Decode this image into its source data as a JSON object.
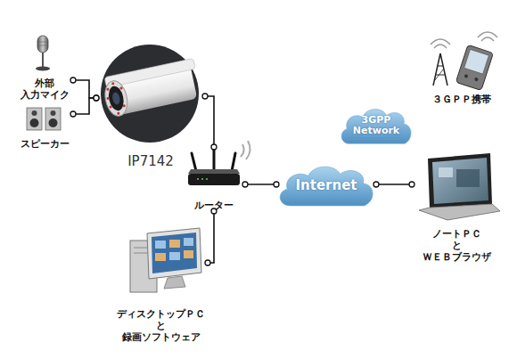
{
  "diagram": {
    "nodes": [
      {
        "text": [
          "外部 入力マイク"
        ]
      },
      {
        "text": [
          "スピーカー"
        ]
      },
      {
        "text": [
          "IP7142"
        ]
      },
      {
        "text": [
          "ルーター"
        ]
      },
      {
        "text": [
          "Internet"
        ]
      },
      {
        "text": [
          "3GPP Network"
        ]
      },
      {
        "text": [
          "３ＧＰＰ携帯"
        ]
      },
      {
        "text": [
          "ノートＰＣ と ＷＥＢブラウザ"
        ]
      },
      {
        "text": [
          "ディスクトップＰＣ と 録画ソフトウェア"
        ]
      }
    ],
    "edges": [
      {
        "from": 0,
        "to": 2,
        "arrow": "none"
      },
      {
        "from": 1,
        "to": 2,
        "arrow": "none"
      },
      {
        "from": 2,
        "to": 3,
        "arrow": "none"
      },
      {
        "from": 3,
        "to": 4,
        "arrow": "none"
      },
      {
        "from": 4,
        "to": 7,
        "arrow": "none"
      },
      {
        "from": 3,
        "to": 8,
        "arrow": "none"
      }
    ]
  }
}
